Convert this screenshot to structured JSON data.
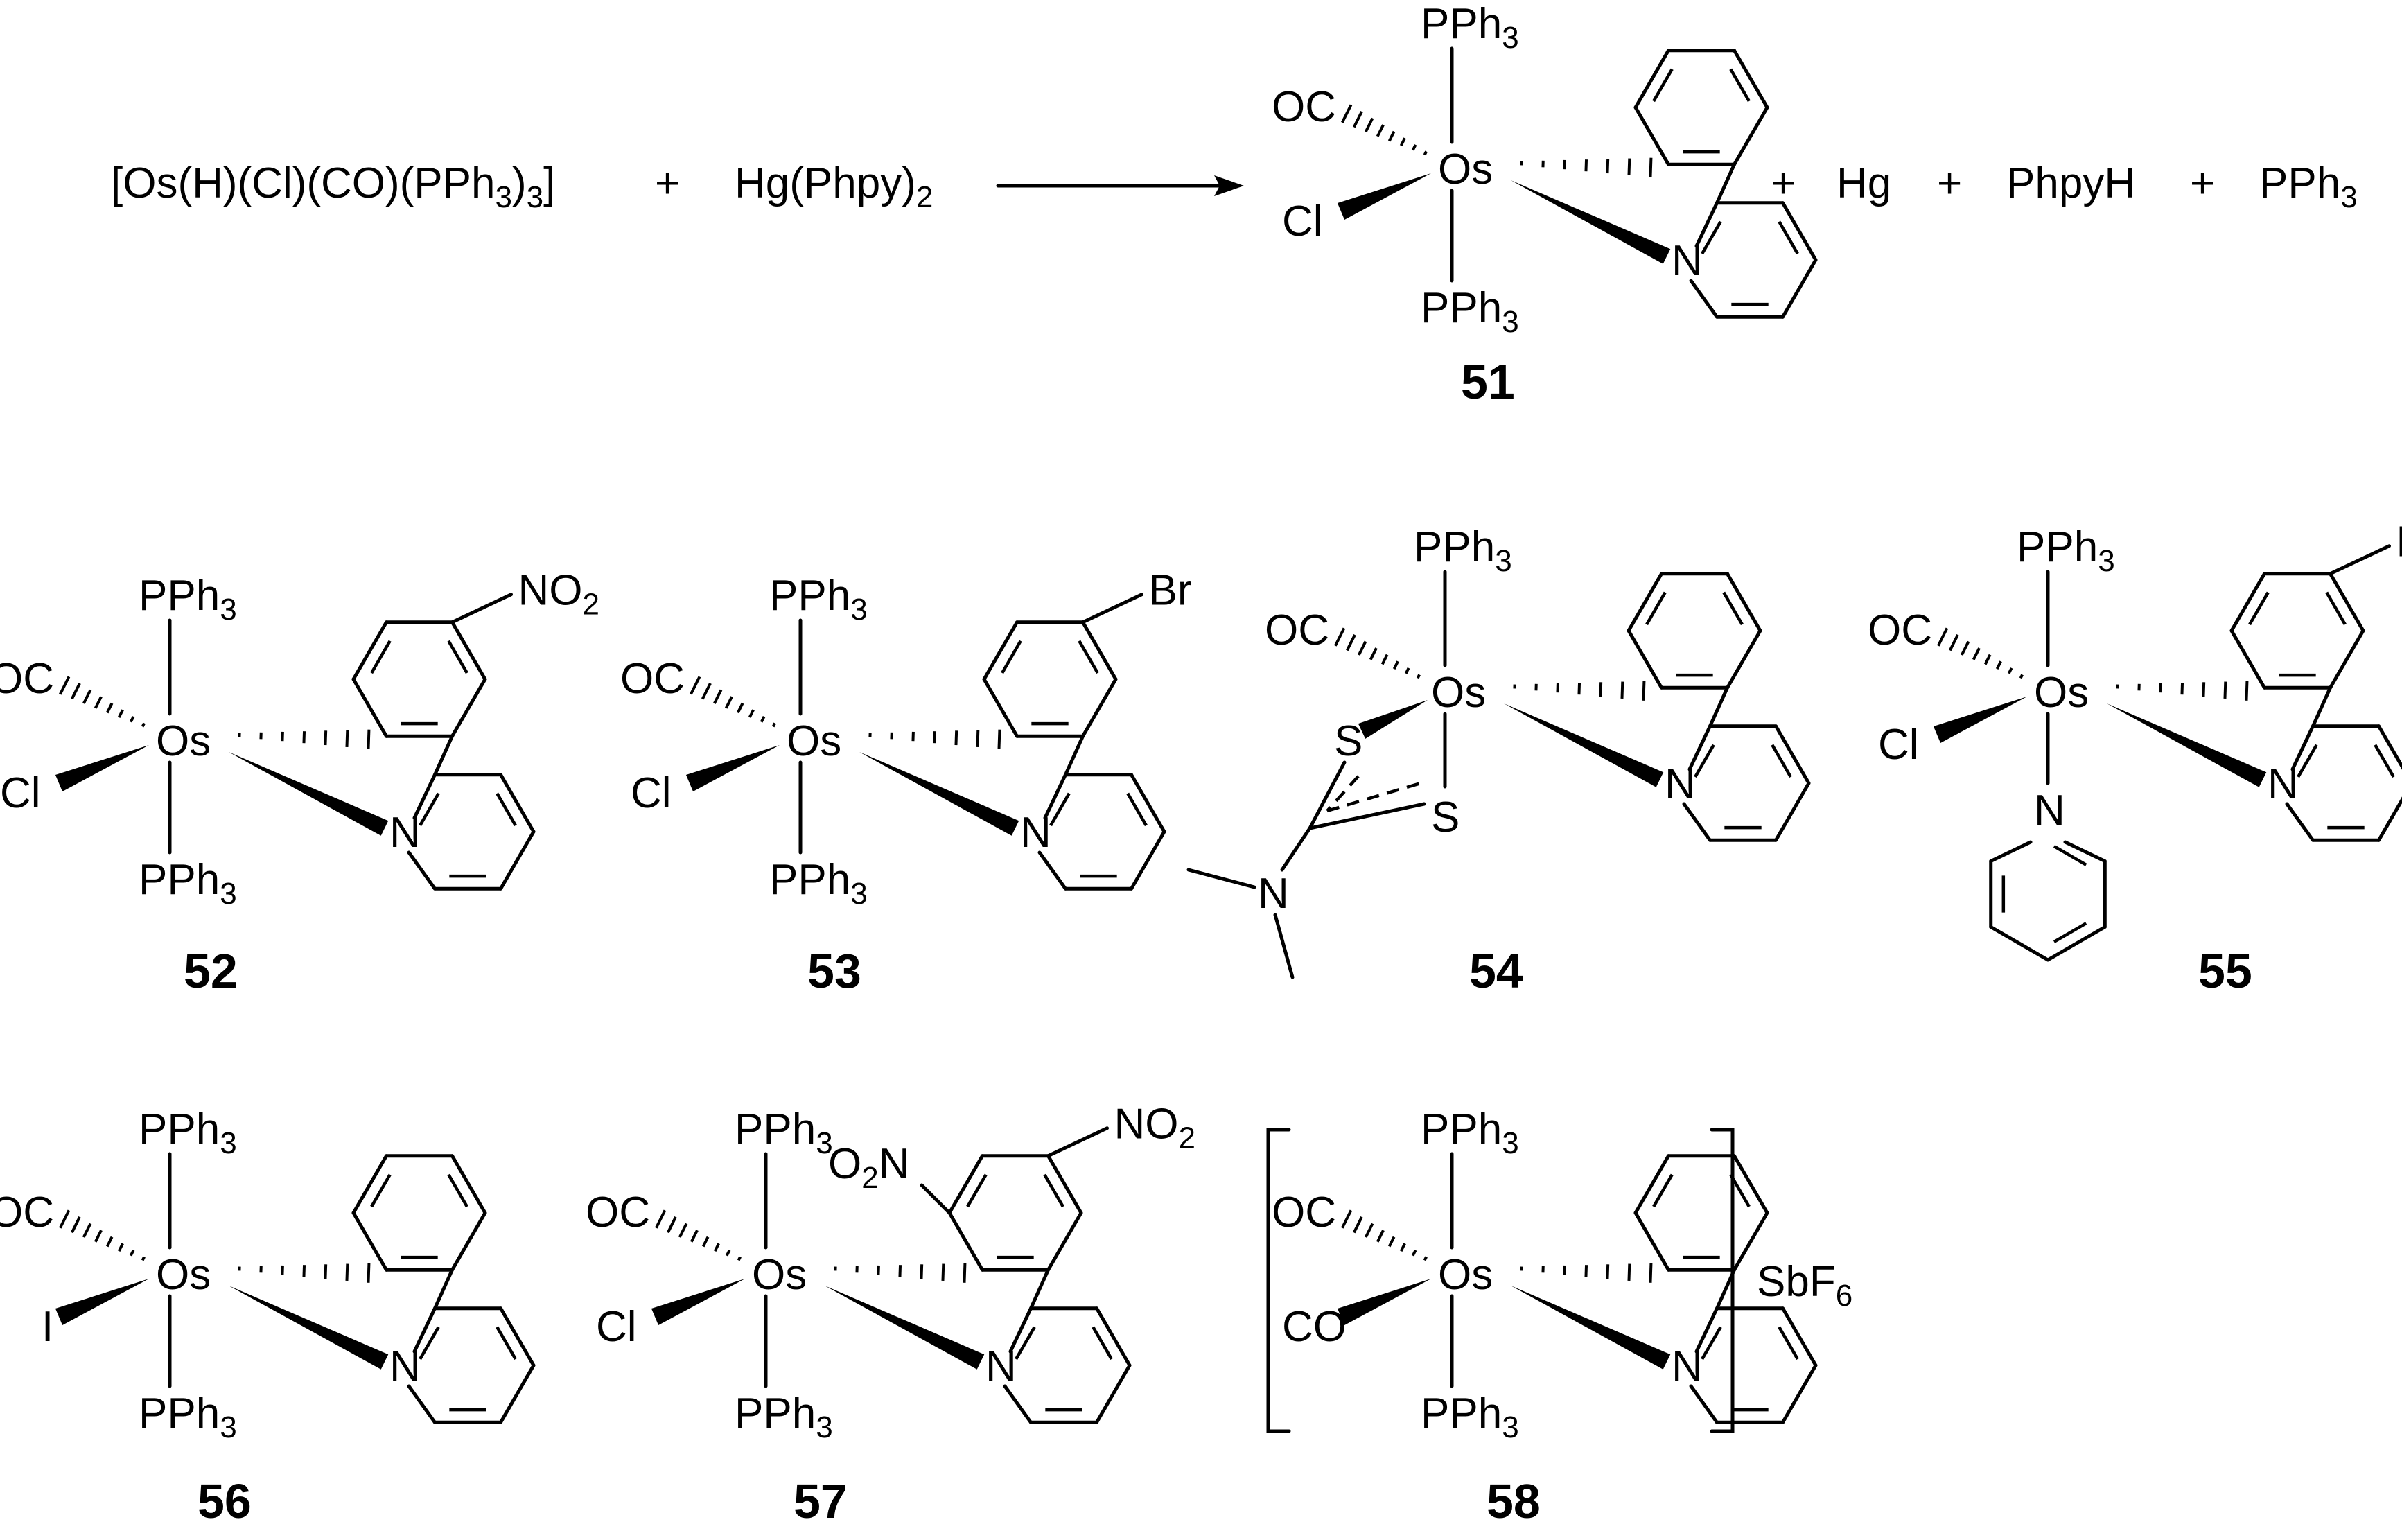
{
  "reaction": {
    "reactant1": "[Os(H)(Cl)(CO)(PPh3)3]",
    "plus": "+",
    "reactant2": "Hg(Phpy)2",
    "byproducts": [
      "Hg",
      "PhpyH",
      "PPh3"
    ]
  },
  "atoms": {
    "os": "Os",
    "co": "OC",
    "co_right": "CO",
    "cl": "Cl",
    "iodide": "I",
    "n": "N",
    "s": "S",
    "pph3": "PPh3",
    "no2": "NO2",
    "o2n": "O2N",
    "br": "Br",
    "counterion": "SbF6"
  },
  "compounds": [
    "51",
    "52",
    "53",
    "54",
    "55",
    "56",
    "57",
    "58"
  ]
}
